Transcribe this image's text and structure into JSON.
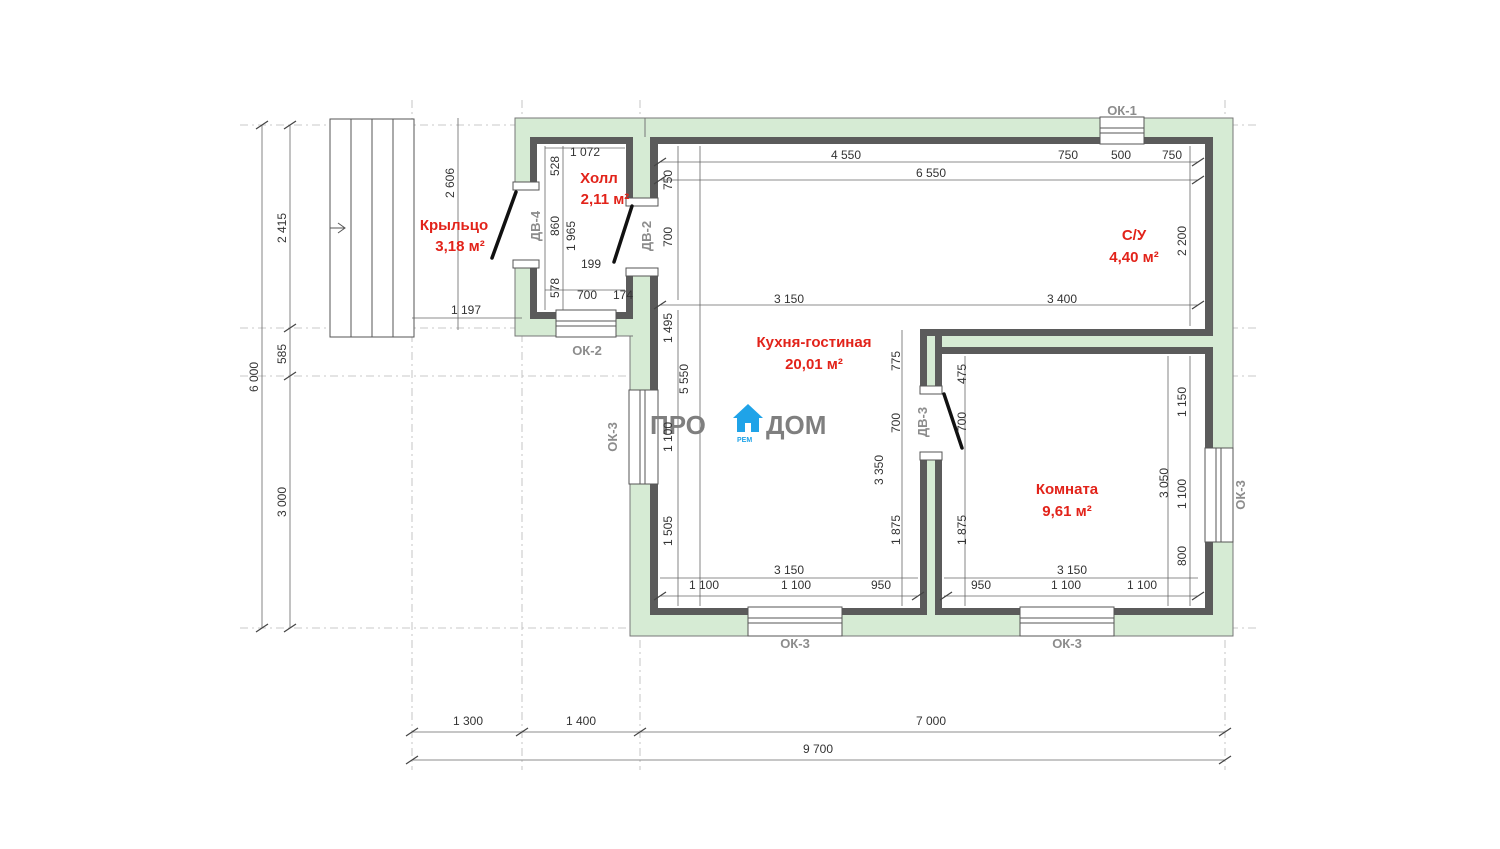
{
  "colors": {
    "wall_fill": "#d6ebd4",
    "wall_core": "#5b5b5b",
    "label_red": "#e2231a",
    "tag_gray": "#8c8c8c",
    "logo_gray": "#7f7f7f",
    "logo_blue": "#1fa3e8"
  },
  "logo": {
    "left": "ПРО",
    "right": "ДОМ",
    "sub": "РЕМ",
    "icon": "house-icon"
  },
  "rooms": {
    "porch": {
      "name": "Крыльцо",
      "area": "3,18 м²"
    },
    "hall": {
      "name": "Холл",
      "area": "2,11 м²"
    },
    "bathroom": {
      "name": "С/У",
      "area": "4,40 м²"
    },
    "kitchen": {
      "name": "Кухня-гостиная",
      "area": "20,01 м²"
    },
    "room": {
      "name": "Комната",
      "area": "9,61 м²"
    }
  },
  "tags": {
    "ok1": "ОК-1",
    "ok2": "ОК-2",
    "ok3_left": "ОК-3",
    "ok3_right": "ОК-3",
    "ok3_bottom_left": "ОК-3",
    "ok3_bottom_right": "ОК-3",
    "dv4": "ДВ-4",
    "dv2": "ДВ-2",
    "dv3": "ДВ-3"
  },
  "dims": {
    "top_4550": "4 550",
    "top_750a": "750",
    "top_500": "500",
    "top_750b": "750",
    "top_6550": "6 550",
    "hall_1072": "1 072",
    "hall_528": "528",
    "hall_860": "860",
    "hall_1965": "1 965",
    "hall_578": "578",
    "hall_199": "199",
    "hall_700": "700",
    "hall_174": "174",
    "porch_2606": "2 606",
    "porch_1197": "1 197",
    "dv2_750": "750",
    "dv2_700": "700",
    "mid_3150": "3 150",
    "mid_3400": "3 400",
    "su_2200": "2 200",
    "k_1495": "1 495",
    "k_5550": "5 550",
    "k_1100": "1 100",
    "k_1505": "1 505",
    "p_775": "775",
    "p_700": "700",
    "p_3350": "3 350",
    "p_1875": "1 875",
    "r_475": "475",
    "r_700": "700",
    "r_1875": "1 875",
    "r_1150": "1 150",
    "r_3050": "3 050",
    "r_1100": "1 100",
    "r_800": "800",
    "b_3150a": "3 150",
    "b_1100a": "1 100",
    "b_1100b": "1 100",
    "b_950a": "950",
    "b_3150b": "3 150",
    "b_950b": "950",
    "b_1100c": "1 100",
    "b_1100d": "1 100",
    "left_6000": "6 000",
    "left_2415": "2 415",
    "left_585": "585",
    "left_3000": "3 000",
    "bot_1300": "1 300",
    "bot_1400": "1 400",
    "bot_7000": "7 000",
    "bot_9700": "9 700"
  }
}
